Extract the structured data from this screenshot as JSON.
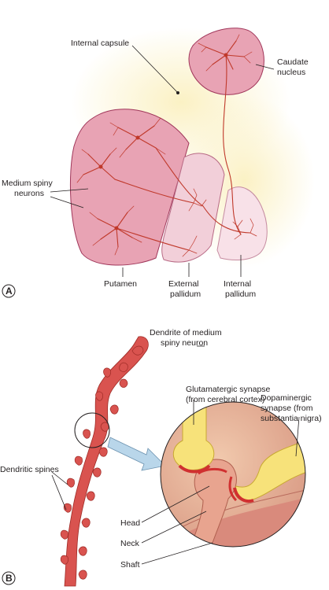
{
  "panel_a": {
    "letter": "A",
    "labels": {
      "internal_capsule": "Internal capsule",
      "caudate_line1": "Caudate",
      "caudate_line2": "nucleus",
      "msn_line1": "Medium spiny",
      "msn_line2": "neurons",
      "putamen": "Putamen",
      "ext_line1": "External",
      "ext_line2": "pallidum",
      "int_line1": "Internal",
      "int_line2": "pallidum"
    }
  },
  "panel_b": {
    "letter": "B",
    "labels": {
      "dendrite_line1": "Dendrite of medium",
      "dendrite_line2": "spiny neuron",
      "glut_line1": "Glutamatergic synapse",
      "glut_line2": "(from cerebral cortex)",
      "dopa_line1": "Dopaminergic",
      "dopa_line2": "synapse (from",
      "dopa_line3": "substantia nigra)",
      "spines": "Dendritic spines",
      "head": "Head",
      "neck": "Neck",
      "shaft": "Shaft"
    }
  },
  "colors": {
    "nucleus_fill": "#e8a3b4",
    "nucleus_stroke": "#a0365a",
    "pallidum_fill": "#f2cfd9",
    "neuron": "#c0392b",
    "capsule_glow": "#fdf6d8",
    "dendrite": "#d9534f",
    "magnifier_bg": "#e8b89a",
    "synapse_yellow": "#f7e27a",
    "synapse_red": "#d03030"
  }
}
